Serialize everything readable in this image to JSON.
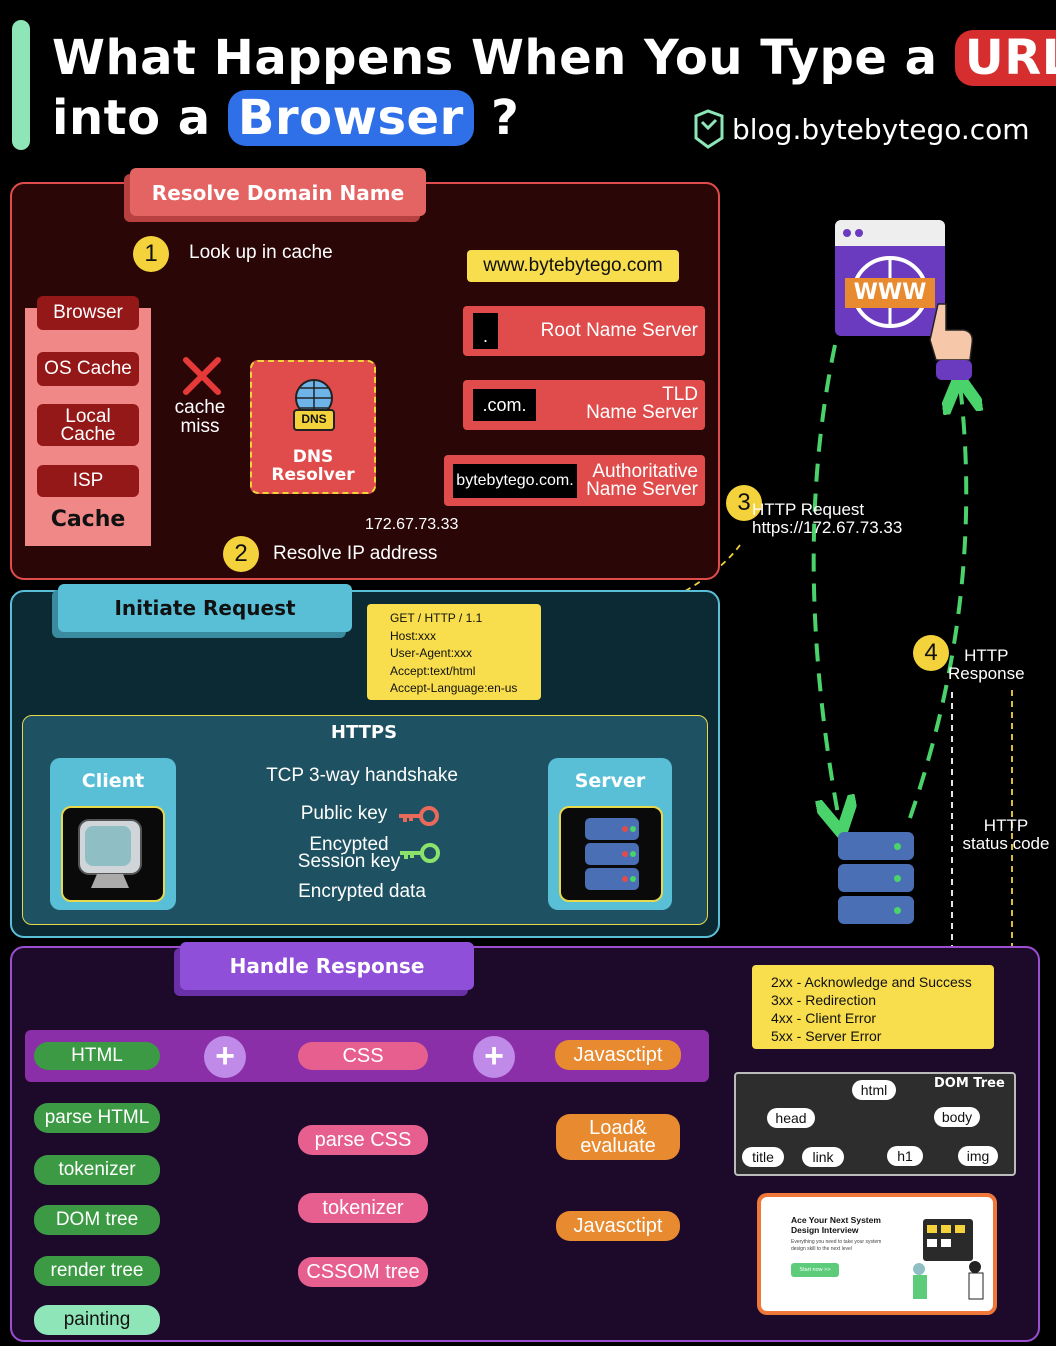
{
  "header": {
    "title_line1": "What Happens When You Type a",
    "title_url": "URL",
    "title_line2": "into a",
    "title_browser": "Browser",
    "title_q": "?",
    "site": "blog.bytebytego.com"
  },
  "resolve": {
    "tab": "Resolve Domain Name",
    "step1": "1",
    "step1_label": "Look up in cache",
    "url_box": "www.bytebytego.com",
    "cache_items": [
      "Browser",
      "OS Cache",
      "Local\nCache",
      "ISP"
    ],
    "cache_label": "Cache",
    "cache_miss": "cache\nmiss",
    "dns_label": "DNS\nResolver",
    "dns_icon": "DNS",
    "root_dot": ".",
    "root_label": "Root Name Server",
    "tld_tag": ".com.",
    "tld_label": "TLD\nName Server",
    "auth_tag": "bytebytego.com.",
    "auth_label": "Authoritative\nName Server",
    "ip": "172.67.73.33",
    "step2": "2",
    "step2_label": "Resolve IP address"
  },
  "right": {
    "www": "WWW",
    "step3": "3",
    "step3_label": "HTTP Request\nhttps://172.67.73.33",
    "step4": "4",
    "step4_label": "HTTP\nResponse",
    "status_code": "HTTP\nstatus code"
  },
  "request": {
    "tab": "Initiate Request",
    "http_lines": [
      "GET / HTTP / 1.1",
      "Host:xxx",
      "User-Agent:xxx",
      "Accept:text/html",
      "Accept-Language:en-us"
    ],
    "https": "HTTPS",
    "client": "Client",
    "server": "Server",
    "handshake": "TCP 3-way handshake",
    "public_key": "Public key",
    "session_key": "Encypted\nSession key",
    "data": "Encrypted data"
  },
  "response": {
    "tab": "Handle Response",
    "status_lines": [
      "2xx - Acknowledge and Success",
      "3xx - Redirection",
      "4xx - Client Error",
      "5xx - Server Error"
    ],
    "html": "HTML",
    "css": "CSS",
    "js": "Javasctipt",
    "parse_html": "parse HTML",
    "tokenizer1": "tokenizer",
    "dom_tree": "DOM tree",
    "render_tree": "render tree",
    "painting": "painting",
    "parse_css": "parse CSS",
    "tokenizer2": "tokenizer",
    "cssom": "CSSOM tree",
    "load_eval": "Load&\nevaluate",
    "js2": "Javasctipt",
    "dom_title": "DOM Tree",
    "dom_nodes": {
      "html": "html",
      "head": "head",
      "body": "body",
      "title": "title",
      "link": "link",
      "h1": "h1",
      "img": "img"
    },
    "ad_title": "Ace Your Next System\nDesign Interview",
    "ad_sub": "Everything you need to take your system\ndesign skill to the next level",
    "ad_btn": "Start now >>"
  },
  "colors": {
    "red_panel": "#2a0606",
    "red_border": "#e04c4c",
    "teal_panel": "#0c2a33",
    "teal_border": "#59bfd7",
    "purple_panel": "#1d0a2b",
    "purple_border": "#9a4fd0",
    "yellow": "#f8dd4c",
    "green": "#3c9a44",
    "pink": "#e65f8e",
    "orange": "#e88a2f"
  }
}
